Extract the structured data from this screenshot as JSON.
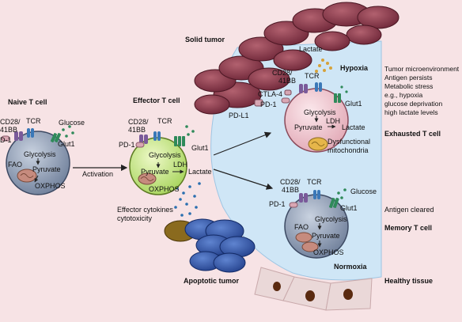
{
  "titles": {
    "solid_tumor": "Solid tumor",
    "hypoxia": "Hypoxia",
    "naive": "Naive T cell",
    "effector": "Effector T cell",
    "exhausted": "Exhausted T cell",
    "memory": "Memory T cell",
    "apoptotic_tumor": "Apoptotic tumor",
    "normoxia": "Normoxia",
    "healthy_tissue": "Healthy tissue"
  },
  "labels": {
    "lactate": "Lactate",
    "cd28": "CD28/",
    "bb41": "41BB",
    "tcr": "TCR",
    "pd1": "PD-1",
    "pd1_cut": "D-1",
    "glucose": "Glucose",
    "glut1": "Glut1",
    "glycolysis": "Glycolysis",
    "pyruvate": "Pyruvate",
    "fao": "FAO",
    "oxphos": "OXPHOS",
    "ldh": "LDH",
    "ctla4": "CTLA-4",
    "pdl1": "PD-L1",
    "dysfunctional": "Dysfunctional",
    "mitochondria": "mitochondria",
    "activation": "Activation",
    "effector_cytokines": "Effector cytokines",
    "cytotoxicity": "cytotoxicity",
    "antigen_cleared": "Antigen cleared"
  },
  "side_text": [
    "Tumor microenvironment",
    "Antigen persists",
    "Metabolic stress",
    "e.g., hypoxia",
    "glucose deprivation",
    "high lactate levels"
  ],
  "colors": {
    "background": "#f7e3e5",
    "tme_region": "#cfe6f6",
    "tumor_cell": "#8b3a4e",
    "apoptotic_cell": "#2c55a8",
    "dying_cell": "#8a6a1e",
    "naive_cell": "#8d9bb3",
    "effector_cell": "#c9ea86",
    "exhausted_cell": "#efc6cf",
    "memory_cell": "#8d9bb3",
    "glut1": "#2f8a5a",
    "cd28_receptor": "#7a5a9a",
    "tcr_receptor": "#3a78b8",
    "pd1_receptor": "#c98a9a",
    "mitochondria": "#b07a6a"
  }
}
